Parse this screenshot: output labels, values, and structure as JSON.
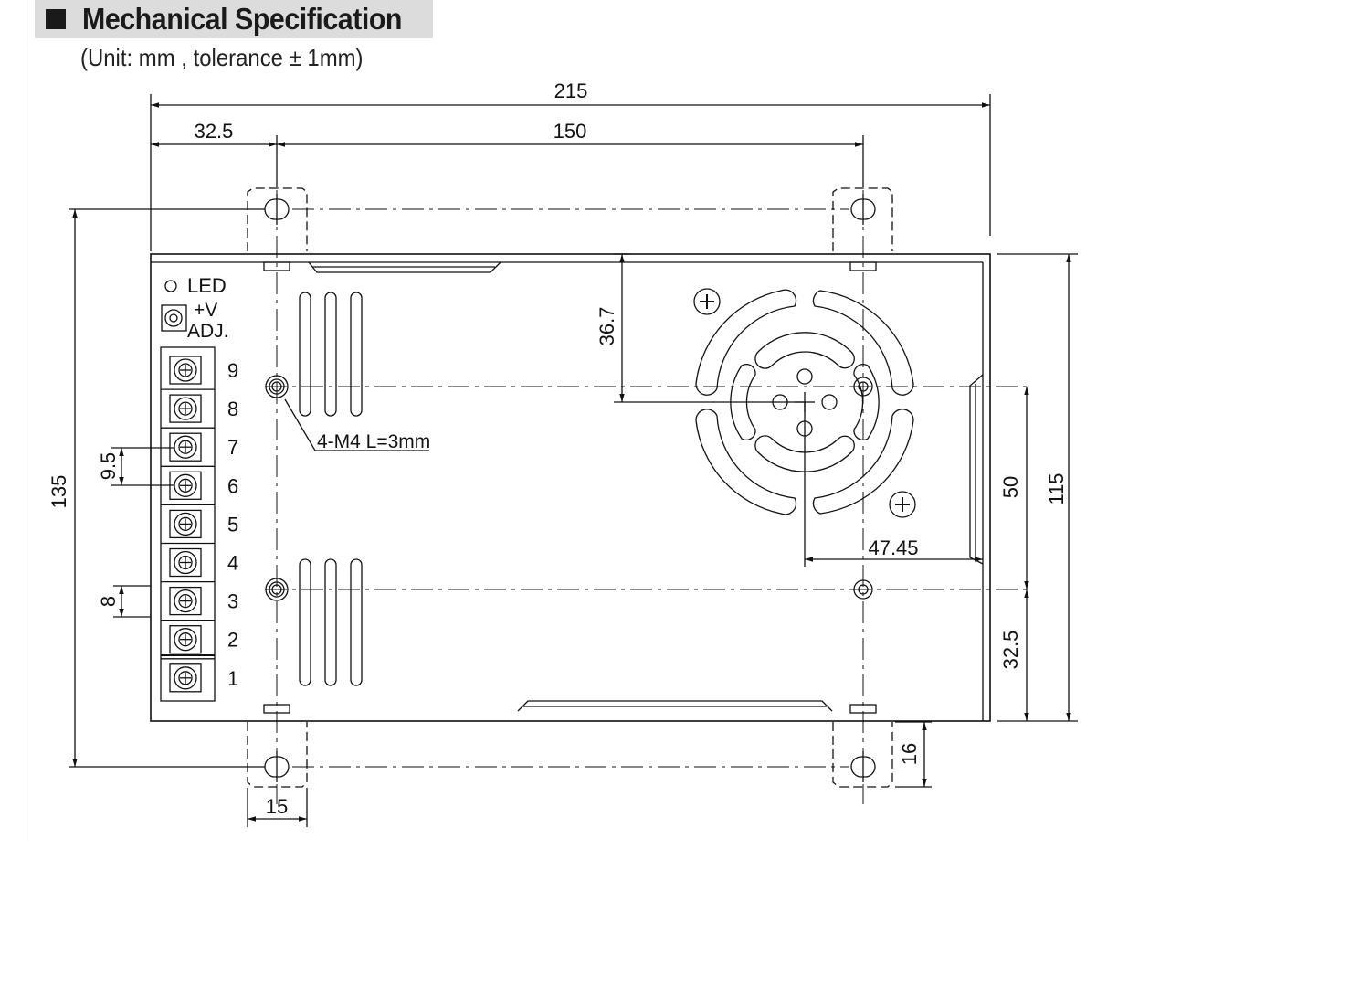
{
  "header": {
    "title": "Mechanical Specification",
    "unit_note": "(Unit: mm , tolerance ± 1mm)"
  },
  "dimensions": {
    "overall_length": "215",
    "left_offset": "32.5",
    "hole_spacing": "150",
    "mounting_height": "135",
    "body_height": "115",
    "fan_offset_top": "36.7",
    "hole_vertical_spacing": "50",
    "bottom_offset": "32.5",
    "fan_offset_right": "47.45",
    "terminal_pitch": "9.5",
    "terminal_gap": "8",
    "bracket_width": "15",
    "bracket_depth": "16"
  },
  "labels": {
    "led": "LED",
    "voltage_adj_line1": "+V",
    "voltage_adj_line2": "ADJ.",
    "screw_callout": "4-M4 L=3mm"
  },
  "terminals": [
    "9",
    "8",
    "7",
    "6",
    "5",
    "4",
    "3",
    "2",
    "1"
  ]
}
